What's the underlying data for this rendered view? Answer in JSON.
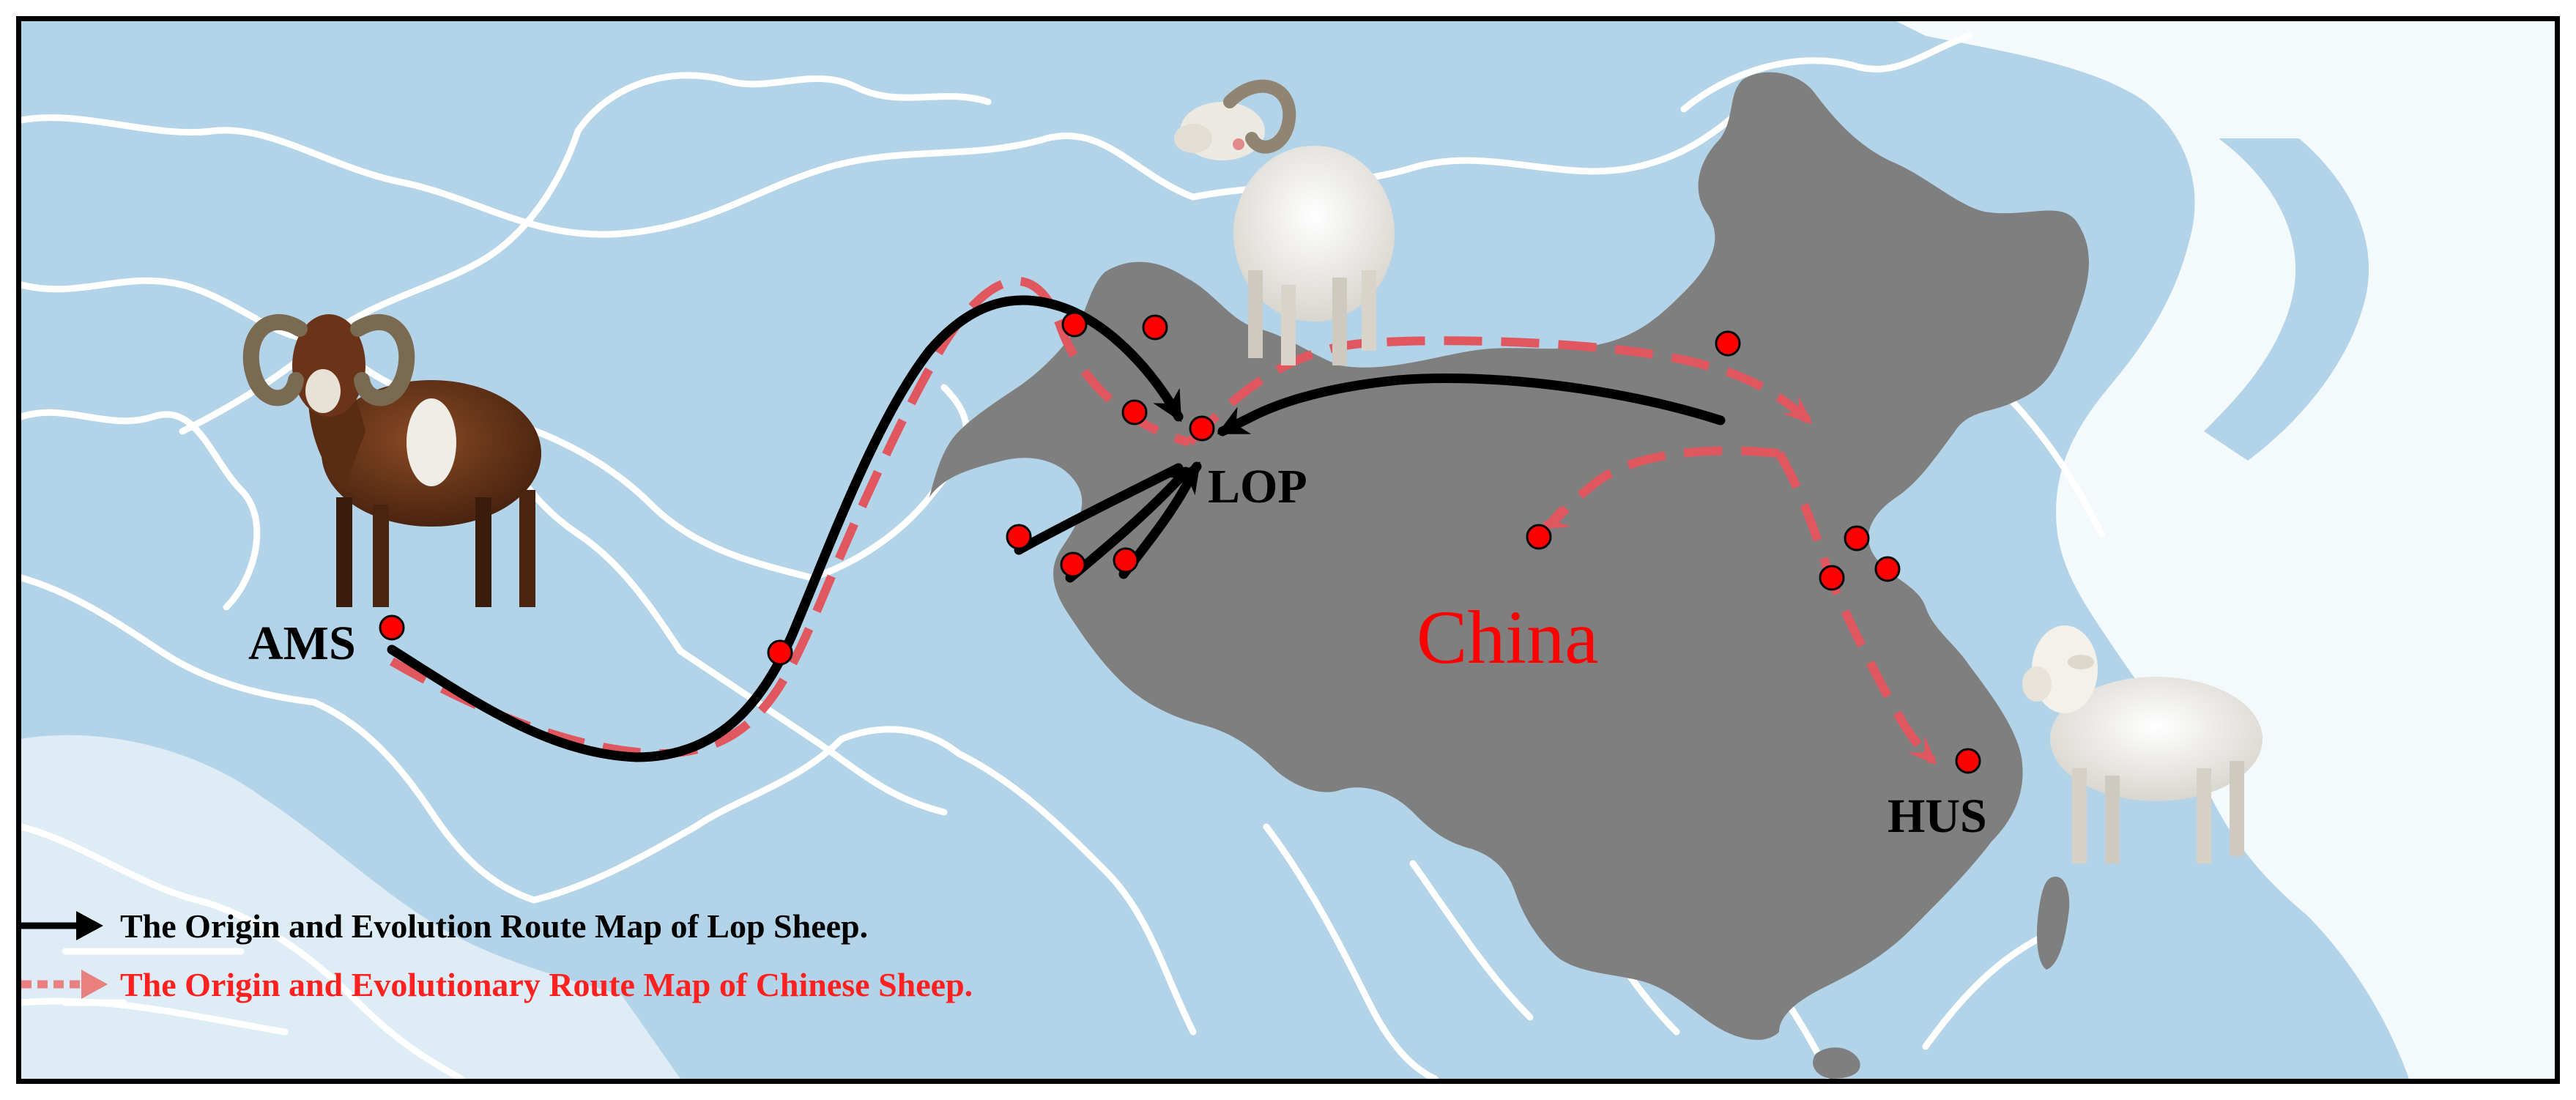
{
  "map": {
    "region_label": "China",
    "places": {
      "ams": "AMS",
      "lop": "LOP",
      "hus": "HUS"
    }
  },
  "legend": {
    "lop_route": "The Origin and Evolution Route Map of Lop Sheep.",
    "chinese_route": "The Origin and Evolutionary Route Map of Chinese Sheep."
  },
  "colors": {
    "water": "#b3d4e8",
    "land": "#ffffff",
    "china_fill": "#7f7f7f",
    "lop_route": "#000000",
    "chinese_route": "#e0575f",
    "sample_dot": "#ff0000",
    "china_label": "#ff0000"
  },
  "icons": [
    "mouflon-illustration",
    "lop-sheep-illustration",
    "hu-sheep-illustration"
  ]
}
